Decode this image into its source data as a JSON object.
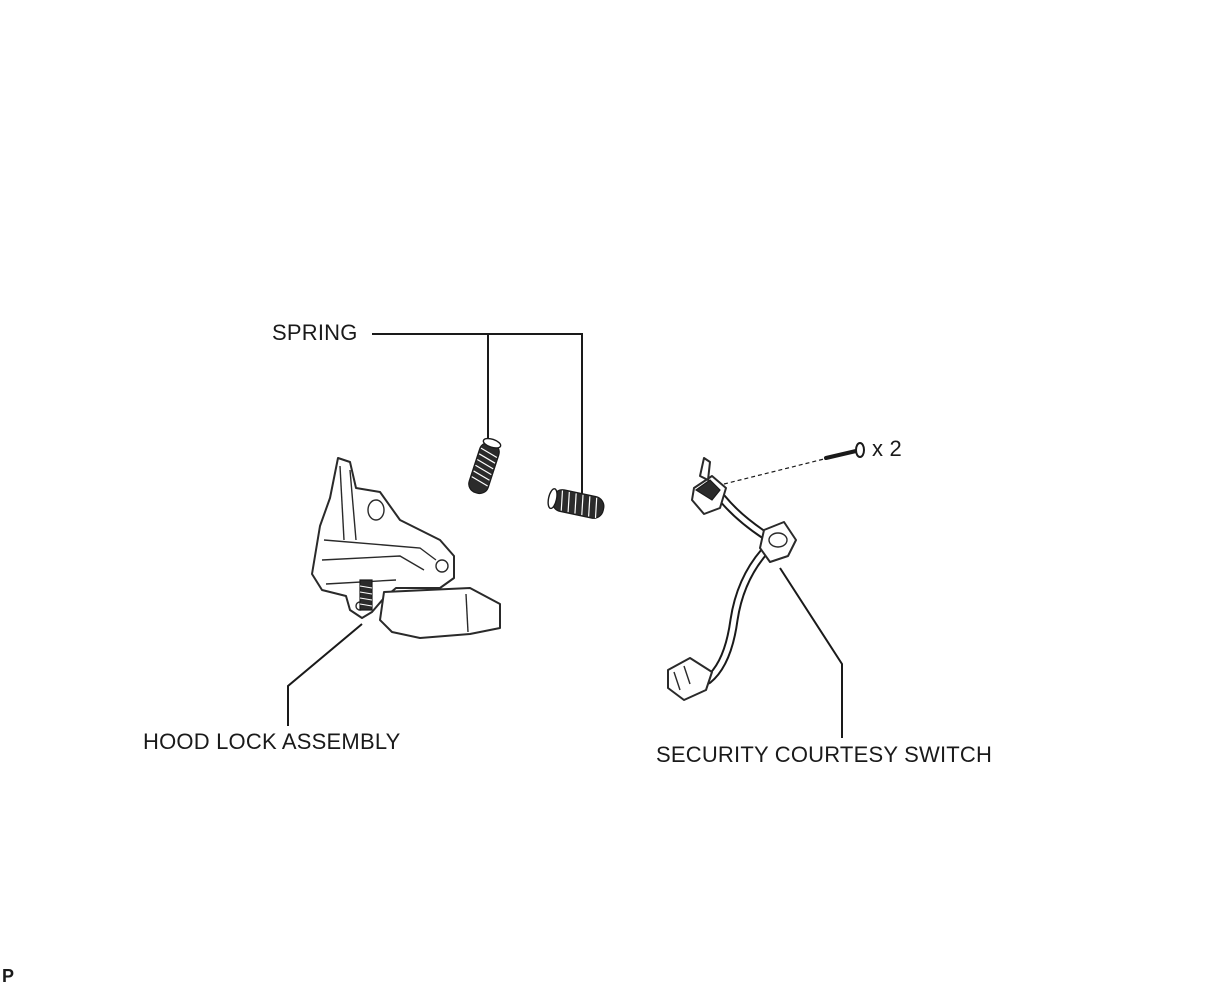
{
  "labels": {
    "spring": "SPRING",
    "hood_lock_assembly": "HOOD LOCK ASSEMBLY",
    "security_courtesy_switch": "SECURITY COURTESY SWITCH",
    "screw_qty": "x 2",
    "corner_mark": "P"
  },
  "colors": {
    "line": "#1a1a1a",
    "part_fill": "#ffffff",
    "dark_fill": "#2b2b2b"
  },
  "icons": [
    "hood-lock-illustration",
    "spring-illustration",
    "screw-illustration",
    "courtesy-switch-illustration"
  ]
}
